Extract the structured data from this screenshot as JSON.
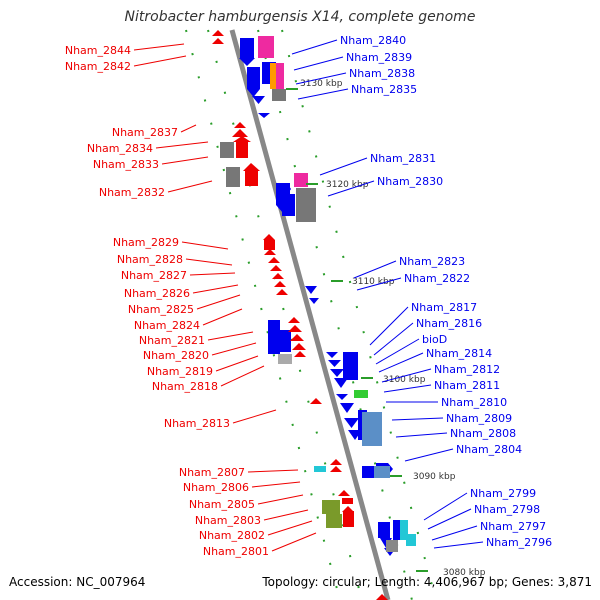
{
  "title": "Nitrobacter hamburgensis X14, complete genome",
  "footer": {
    "accession": "Accession: NC_007964",
    "summary": "Topology: circular; Length: 4,406,967 bp; Genes: 3,871"
  },
  "colors": {
    "forward": "#0000ee",
    "reverse": "#ee0000",
    "backbone": "#888888",
    "tick": "#2a9d2a",
    "gray": "#777777",
    "magenta": "#ee2aa0",
    "orange": "#ff9900",
    "green": "#33cc33",
    "steelblue": "#5b8fc7",
    "cyan": "#22c7d6",
    "olive": "#7a9a2a"
  },
  "scale_labels": [
    "3130 kbp",
    "3120 kbp",
    "3110 kbp",
    "3100 kbp",
    "3090 kbp",
    "3080 kbp"
  ],
  "left_labels": [
    "Nham_2844",
    "Nham_2842",
    "Nham_2837",
    "Nham_2834",
    "Nham_2833",
    "Nham_2832",
    "Nham_2829",
    "Nham_2828",
    "Nham_2827",
    "Nham_2826",
    "Nham_2825",
    "Nham_2824",
    "Nham_2821",
    "Nham_2820",
    "Nham_2819",
    "Nham_2818",
    "Nham_2813",
    "Nham_2807",
    "Nham_2806",
    "Nham_2805",
    "Nham_2803",
    "Nham_2802",
    "Nham_2801"
  ],
  "right_labels": [
    "Nham_2840",
    "Nham_2839",
    "Nham_2838",
    "Nham_2835",
    "Nham_2831",
    "Nham_2830",
    "Nham_2823",
    "Nham_2822",
    "Nham_2817",
    "Nham_2816",
    "bioD",
    "Nham_2814",
    "Nham_2812",
    "Nham_2811",
    "Nham_2810",
    "Nham_2809",
    "Nham_2808",
    "Nham_2804",
    "Nham_2799",
    "Nham_2798",
    "Nham_2797",
    "Nham_2796"
  ]
}
